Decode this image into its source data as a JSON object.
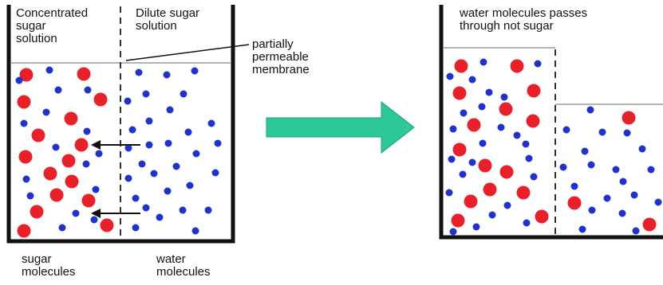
{
  "labels": {
    "concentrated": "Concentrated\nsugar\nsolution",
    "dilute": "Dilute sugar\nsolution",
    "membrane": "partially\npermeable\nmembrane",
    "sugar_molecules": "sugar\nmolecules",
    "water_molecules": "water\nmolecules",
    "result": "water molecules passes\nthrough not sugar"
  },
  "colors": {
    "sugar": "#e8202a",
    "water": "#1f33c9",
    "arrow": "#2ec79a",
    "outline": "#111111"
  },
  "icons": {
    "process_arrow": "right-arrow-icon",
    "flow_arrows": "left-arrow-icon"
  }
}
